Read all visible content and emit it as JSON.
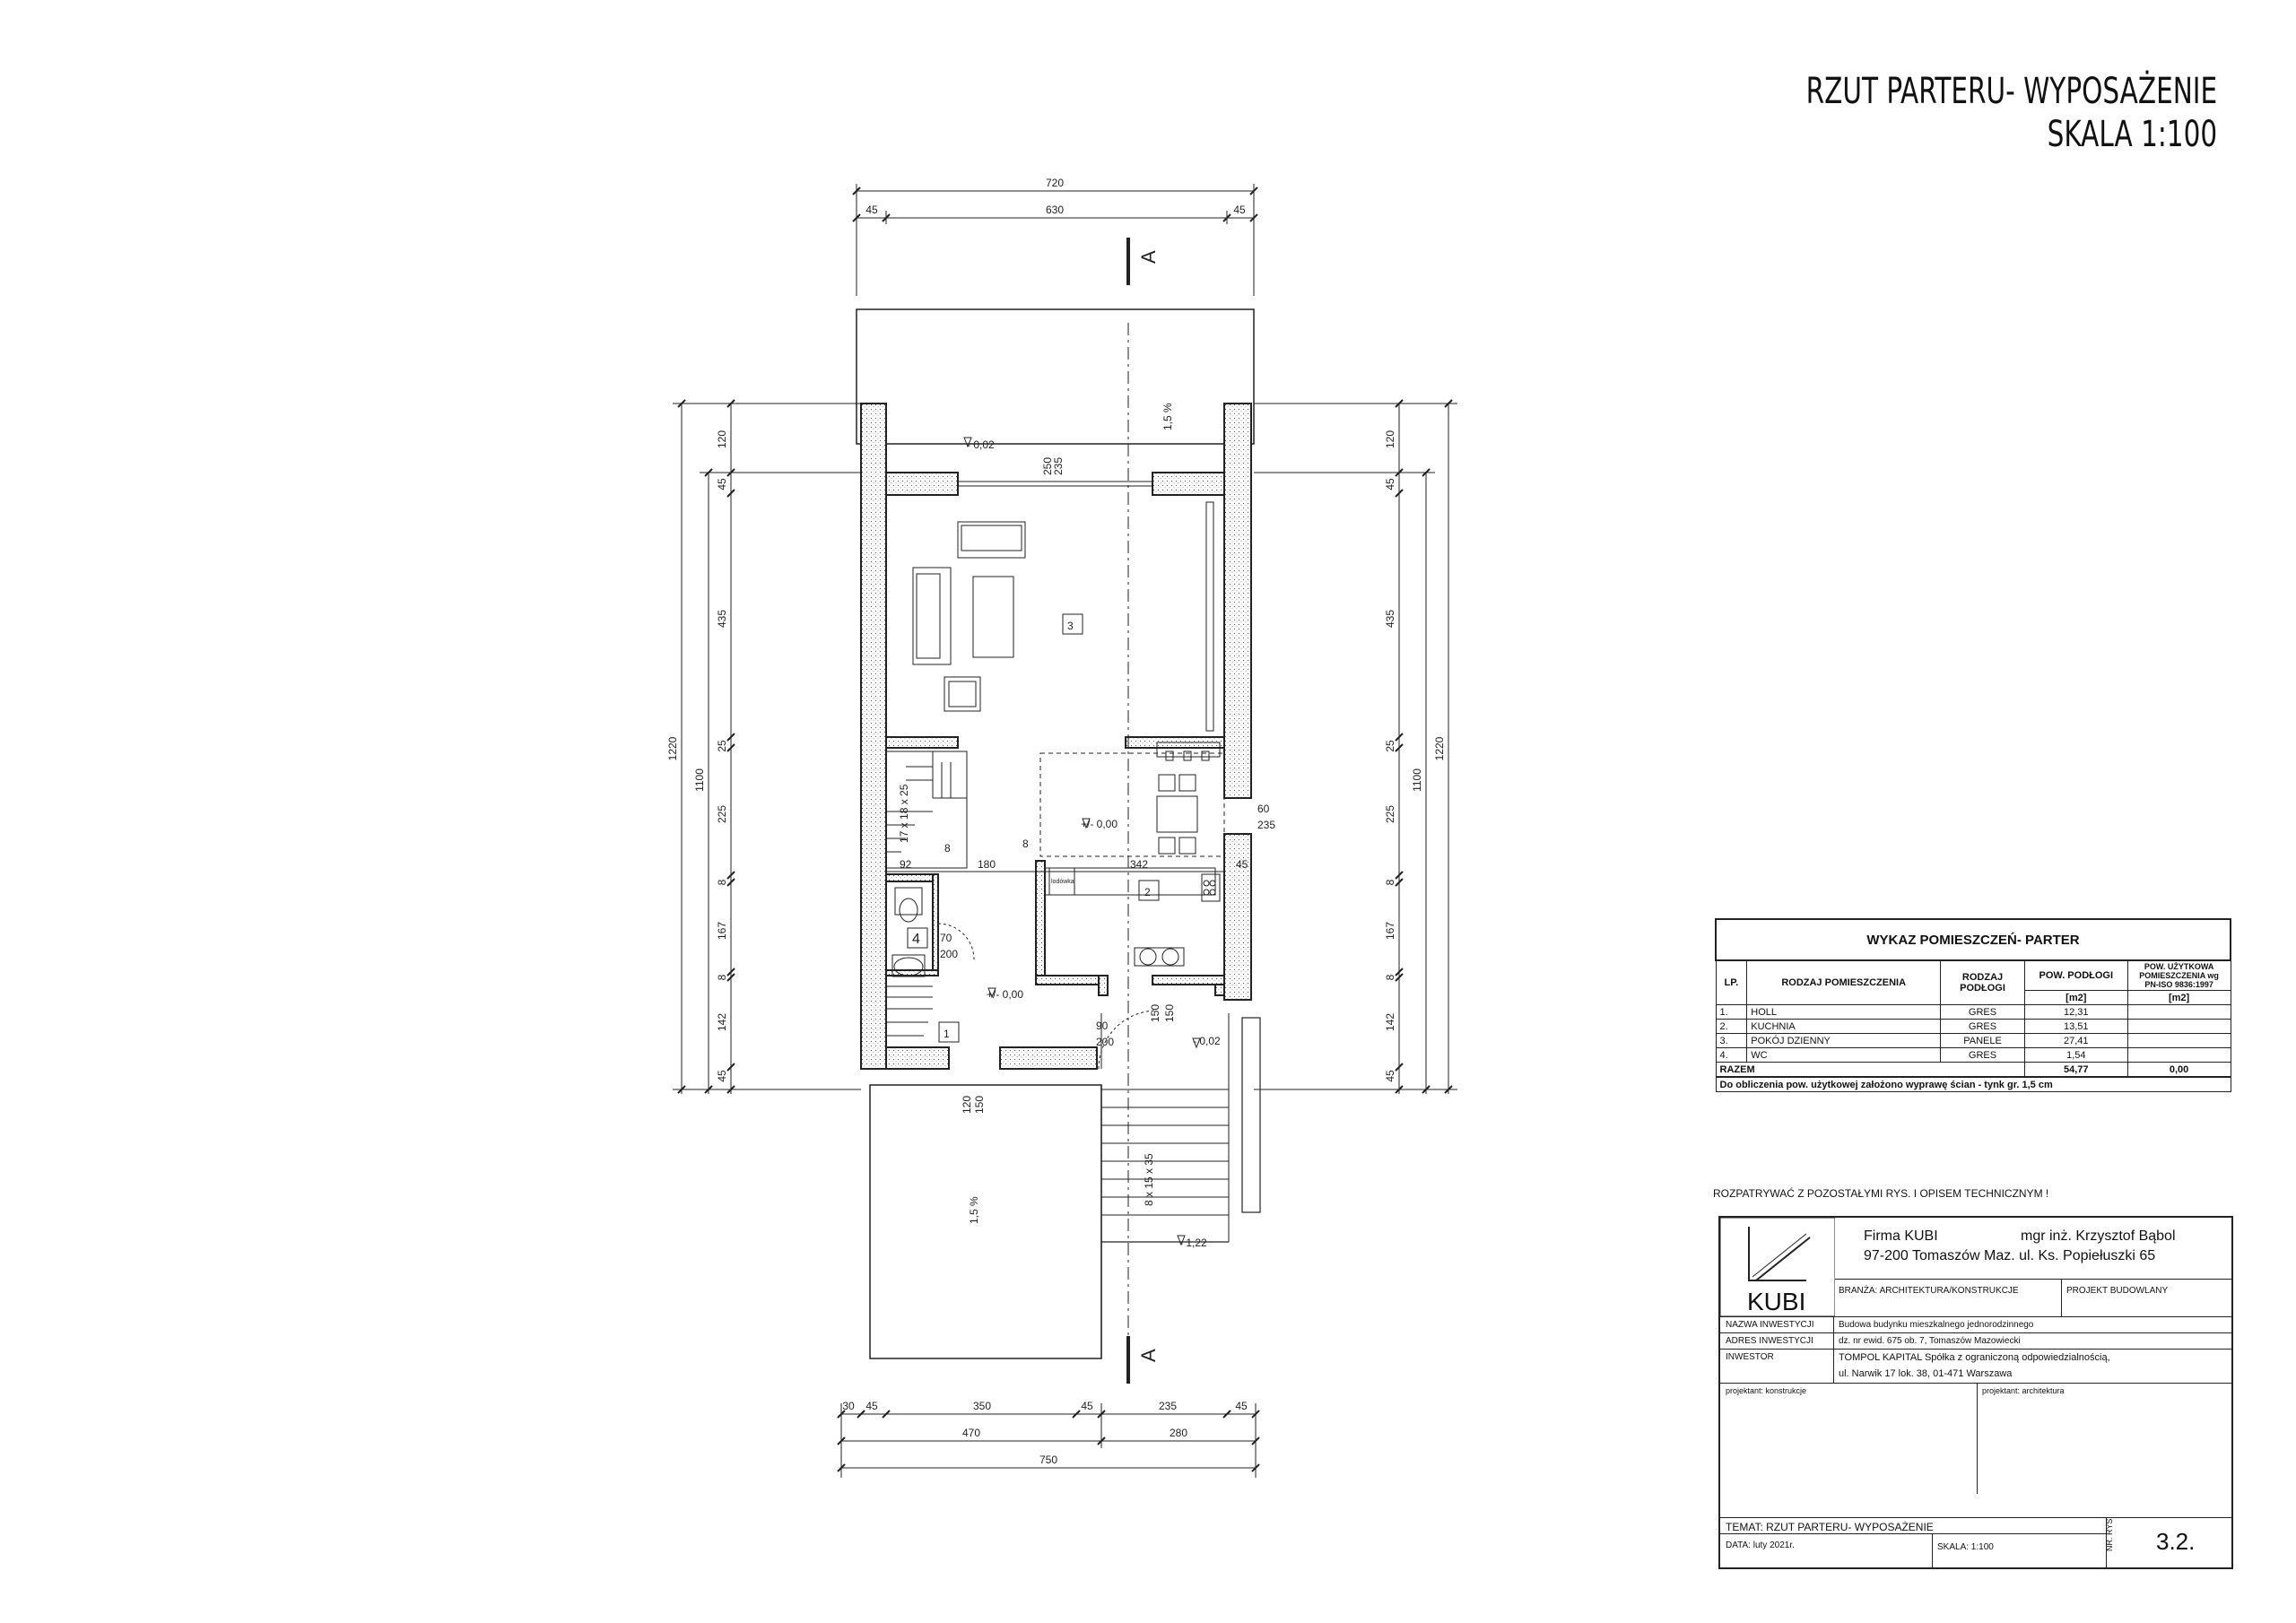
{
  "title": {
    "line1": "RZUT PARTERU- WYPOSAŻENIE",
    "line2": "SKALA 1:100"
  },
  "dimensions": {
    "top_total": "720",
    "top_parts": [
      "45",
      "630",
      "45"
    ],
    "bottom_parts": [
      "30",
      "45",
      "350",
      "45",
      "235",
      "45"
    ],
    "bottom_mid": [
      "470",
      "280"
    ],
    "bottom_total": "750",
    "left_total": "1220",
    "left_inner": "1100",
    "left_parts": [
      "120",
      "45",
      "435",
      "25",
      "225",
      "8",
      "167",
      "8",
      "142",
      "45"
    ],
    "right_total": "1220",
    "right_inner": "1100",
    "right_parts": [
      "120",
      "45",
      "435",
      "25",
      "225",
      "8",
      "167",
      "8",
      "142",
      "45"
    ],
    "bottom_under": "120",
    "bottom_under2": "150"
  },
  "plan_labels": {
    "section": "A",
    "slope_top": "1,5 %",
    "slope_bottom": "1,5 %",
    "level_terrace": "- 0,02",
    "level_entry": "- 0,02",
    "level_floor": "+/- 0,00",
    "level_floor2": "+/- 0,00",
    "level_ground": "- 1,22",
    "window_top": [
      "250",
      "235"
    ],
    "window_right": [
      "60",
      "235"
    ],
    "stairs": "17 x 18 x 25",
    "stairs_ext": "8 x 15 x 35",
    "dim_92": "92",
    "dim_8a": "8",
    "dim_8b": "8",
    "dim_180": "180",
    "dim_342": "342",
    "dim_45": "45",
    "door_wc": [
      "70",
      "200"
    ],
    "door_entry": [
      "90",
      "200"
    ],
    "dim_150a": "150",
    "dim_150b": "150",
    "fridge": "lodówka",
    "room_numbers": [
      "1",
      "2",
      "3",
      "4"
    ]
  },
  "rooms_table": {
    "title": "WYKAZ POMIESZCZEŃ- PARTER",
    "headers": {
      "lp": "LP.",
      "name": "RODZAJ POMIESZCZENIA",
      "floor": "RODZAJ PODŁOGI",
      "area": "POW. PODŁOGI",
      "usable": "POW. UŻYTKOWA POMIESZCZENIA wg PN-ISO 9836:1997",
      "unit1": "[m2]",
      "unit2": "[m2]"
    },
    "rows": [
      {
        "lp": "1.",
        "name": "HOLL",
        "floor": "GRES",
        "area": "12,31",
        "usable": ""
      },
      {
        "lp": "2.",
        "name": "KUCHNIA",
        "floor": "GRES",
        "area": "13,51",
        "usable": ""
      },
      {
        "lp": "3.",
        "name": "POKÓJ DZIENNY",
        "floor": "PANELE",
        "area": "27,41",
        "usable": ""
      },
      {
        "lp": "4.",
        "name": "WC",
        "floor": "GRES",
        "area": "1,54",
        "usable": ""
      }
    ],
    "total": {
      "label": "RAZEM",
      "area": "54,77",
      "usable": "0,00"
    },
    "note": "Do obliczenia pow. użytkowej założono wyprawę ścian - tynk gr. 1,5 cm"
  },
  "consider_note": "ROZPATRYWAĆ Z POZOSTAŁYMI RYS. I OPISEM TECHNICZNYM !",
  "title_block": {
    "logo_text": "KUBI",
    "firm_line1_a": "Firma KUBI",
    "firm_line1_b": "mgr inż. Krzysztof  Bąbol",
    "firm_line2": "97-200 Tomaszów Maz.  ul. Ks. Popiełuszki 65",
    "branch": "BRANŻA: ARCHITEKTURA/KONSTRUKCJE",
    "project_type": "PROJEKT BUDOWLANY",
    "inv_name_label": "NAZWA INWESTYCJI",
    "inv_name": "Budowa budynku mieszkalnego jednorodzinnego",
    "inv_addr_label": "ADRES INWESTYCJI",
    "inv_addr": "dz. nr ewid. 675 ob. 7, Tomaszów Mazowiecki",
    "investor_label": "INWESTOR",
    "investor1": "TOMPOL KAPITAL Spółka z ograniczoną odpowiedzialnością,",
    "investor2": "ul. Narwik 17 lok. 38, 01-471 Warszawa",
    "designer_struct": "projektant: konstrukcje",
    "designer_arch": "projektant: architektura",
    "subject": "TEMAT: RZUT PARTERU- WYPOSAŻENIE",
    "date": "DATA: luty 2021r.",
    "scale": "SKALA:  1:100",
    "sheet_label": "NR. RYS.",
    "sheet_no": "3.2."
  }
}
